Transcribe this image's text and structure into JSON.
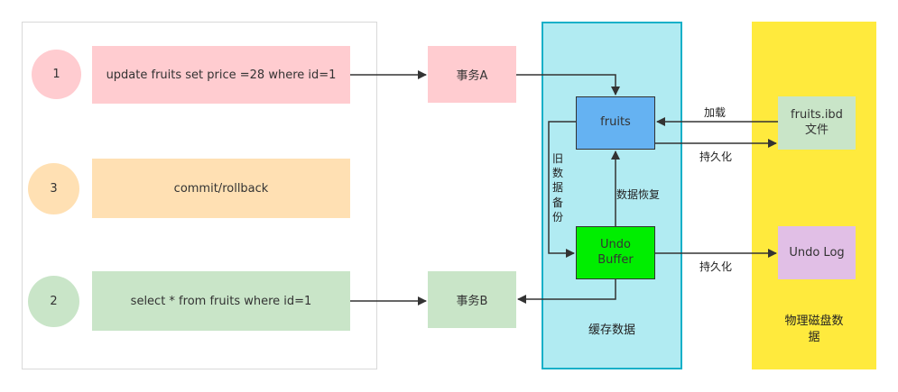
{
  "steps": [
    {
      "number": "1",
      "statement": "update fruits set price =28 where id=1"
    },
    {
      "number": "3",
      "statement": "commit/rollback"
    },
    {
      "number": "2",
      "statement": "select * from fruits where id=1"
    }
  ],
  "transactions": {
    "a": "事务A",
    "b": "事务B"
  },
  "cache": {
    "fruits": "fruits",
    "undo_buffer": "Undo\nBuffer",
    "caption": "缓存数据"
  },
  "disk": {
    "ibd_file": "fruits.ibd\n文件",
    "undo_log": "Undo Log",
    "caption": "物理磁盘数\n据"
  },
  "edge_labels": {
    "load": "加载",
    "persist_1": "持久化",
    "persist_2": "持久化",
    "restore": "数据恢复",
    "backup": "旧\n数\n据\n备\n份"
  },
  "colors": {
    "step1": "#ffccd0",
    "step3": "#ffe0b3",
    "step2": "#c9e5c8",
    "cache_bg": "#b1ebf2",
    "cache_border": "#16b0c8",
    "disk_bg": "#ffea3d",
    "fruits_fill": "#65b2f2",
    "undo_fill": "#00ee00",
    "ibd_fill": "#c9e5c8",
    "undolog_fill": "#e1bfe6"
  }
}
